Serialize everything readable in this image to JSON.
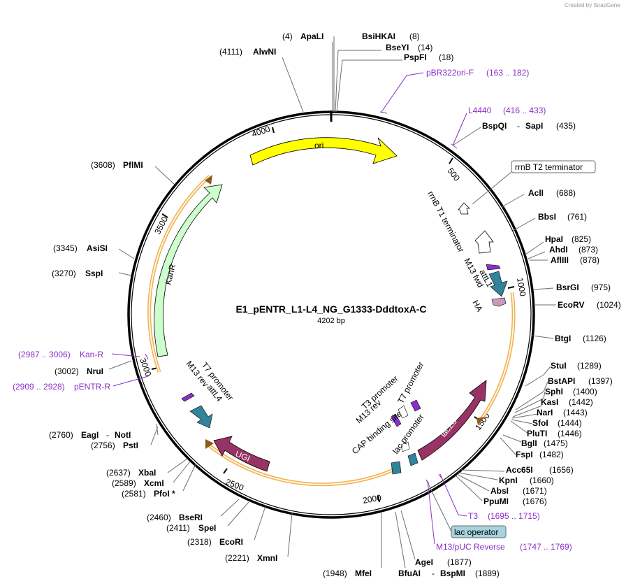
{
  "credit": "Created by SnapGene",
  "plasmid": {
    "name": "E1_pENTR_L1-L4_NG_G1333-DddtoxA-C",
    "size_label": "4202 bp"
  },
  "ticks": [
    "500",
    "1000",
    "1500",
    "2000",
    "2500",
    "3000",
    "3500",
    "4000"
  ],
  "enzymes_right": [
    {
      "name": "ApaLI",
      "pos": "(4)"
    },
    {
      "name": "BsiHKAI",
      "pos": "(8)"
    },
    {
      "name": "BseYI",
      "pos": "(14)"
    },
    {
      "name": "PspFI",
      "pos": "(18)"
    },
    {
      "name": "BspQI",
      "sep": "-",
      "name2": "SapI",
      "pos": "(435)"
    },
    {
      "name": "AclI",
      "pos": "(688)"
    },
    {
      "name": "BbsI",
      "pos": "(761)"
    },
    {
      "name": "HpaI",
      "pos": "(825)"
    },
    {
      "name": "AhdI",
      "pos": "(873)"
    },
    {
      "name": "AflIII",
      "pos": "(878)"
    },
    {
      "name": "BsrGI",
      "pos": "(975)"
    },
    {
      "name": "EcoRV",
      "pos": "(1024)"
    },
    {
      "name": "BtgI",
      "pos": "(1126)"
    },
    {
      "name": "StuI",
      "pos": "(1289)"
    },
    {
      "name": "BstAPI",
      "pos": "(1397)"
    },
    {
      "name": "SphI",
      "pos": "(1400)"
    },
    {
      "name": "KasI",
      "pos": "(1442)"
    },
    {
      "name": "NarI",
      "pos": "(1443)"
    },
    {
      "name": "SfoI",
      "pos": "(1444)"
    },
    {
      "name": "PluTI",
      "pos": "(1446)"
    },
    {
      "name": "BglI",
      "pos": "(1475)"
    },
    {
      "name": "FspI",
      "pos": "(1482)"
    },
    {
      "name": "Acc65I",
      "pos": "(1656)"
    },
    {
      "name": "KpnI",
      "pos": "(1660)"
    },
    {
      "name": "AbsI",
      "pos": "(1671)"
    },
    {
      "name": "PpuMI",
      "pos": "(1676)"
    },
    {
      "name": "AgeI",
      "pos": "(1877)"
    },
    {
      "name": "BfuAI",
      "sep": "-",
      "name2": "BspMI",
      "pos": "(1889)"
    }
  ],
  "enzymes_left": [
    {
      "name": "AlwNI",
      "pos": "(4111)"
    },
    {
      "name": "PflMI",
      "pos": "(3608)"
    },
    {
      "name": "AsiSI",
      "pos": "(3345)"
    },
    {
      "name": "SspI",
      "pos": "(3270)"
    },
    {
      "name": "NruI",
      "pos": "(3002)"
    },
    {
      "name": "EagI",
      "sep": "-",
      "name2": "NotI",
      "pos": "(2760)"
    },
    {
      "name": "PstI",
      "pos": "(2756)"
    },
    {
      "name": "XbaI",
      "pos": "(2637)"
    },
    {
      "name": "XcmI",
      "pos": "(2589)"
    },
    {
      "name": "PfoI *",
      "pos": "(2581)"
    },
    {
      "name": "BseRI",
      "pos": "(2460)"
    },
    {
      "name": "SpeI",
      "pos": "(2411)"
    },
    {
      "name": "EcoRI",
      "pos": "(2318)"
    },
    {
      "name": "XmnI",
      "pos": "(2221)"
    },
    {
      "name": "MfeI",
      "pos": "(1948)"
    }
  ],
  "primers": [
    {
      "name": "pBR322ori-F",
      "range": "(163 .. 182)"
    },
    {
      "name": "L4440",
      "range": "(416 .. 433)"
    },
    {
      "name": "T3",
      "range": "(1695 .. 1715)"
    },
    {
      "name": "M13/pUC Reverse",
      "range": "(1747 .. 1769)"
    },
    {
      "name": "Kan-R",
      "range": "(2987 .. 3006)"
    },
    {
      "name": "pENTR-R",
      "range": "(2909 .. 2928)"
    }
  ],
  "boxed_features": {
    "rrnb_t2": "rrnB T2 terminator",
    "lac_operator": "lac operator"
  },
  "features": {
    "ori": "ori",
    "kanr": "KanR",
    "lacza": "lacZα",
    "ugi": "UGI",
    "rrnb_t1": "rrnB T1 terminator",
    "m13fwd": "M13 fwd",
    "attl1": "attL1",
    "ha": "HA",
    "t3_promoter": "T3 promoter",
    "t7_promoter_a": "T7 promoter",
    "m13rev_a": "M13 rev",
    "cap": "CAP binding site",
    "lac_promoter": "lac promoter",
    "t7_promoter_b": "T7 promoter",
    "m13rev_b": "M13 rev",
    "attl4": "attL4"
  },
  "colors": {
    "ori": "#ffff00",
    "kanr": "#ccffcc",
    "lacza": "#993366",
    "ugi": "#993366",
    "attl": "#31849b",
    "ha": "#cc99bb",
    "primer": "#8b2fc9",
    "orf": "#f0b050",
    "lac_operator_box": "#a6d3df"
  }
}
